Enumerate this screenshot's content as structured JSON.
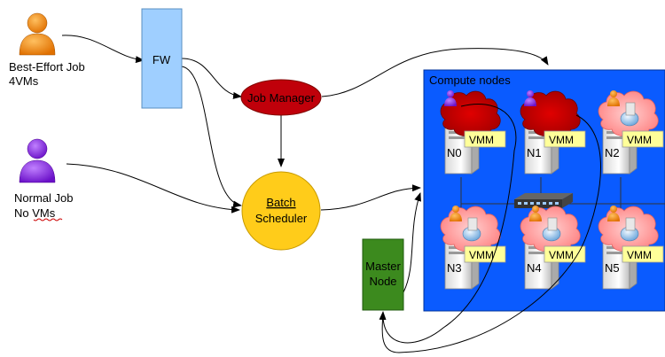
{
  "users": {
    "best_effort": {
      "line1": "Best-Effort Job",
      "line2": "4VMs"
    },
    "normal": {
      "line1": "Normal Job",
      "line2": "No VMs"
    }
  },
  "firewall": {
    "label": "FW"
  },
  "job_manager": {
    "label": "Job Manager"
  },
  "batch_scheduler": {
    "line1": "Batch",
    "line2": "Scheduler"
  },
  "master_node": {
    "line1": "Master",
    "line2": "Node"
  },
  "cluster": {
    "title": "Compute nodes",
    "nodes": [
      {
        "label": "N0",
        "vmm": "VMM"
      },
      {
        "label": "N1",
        "vmm": "VMM"
      },
      {
        "label": "N2",
        "vmm": "VMM"
      },
      {
        "label": "N3",
        "vmm": "VMM"
      },
      {
        "label": "N4",
        "vmm": "VMM"
      },
      {
        "label": "N5",
        "vmm": "VMM"
      }
    ]
  },
  "colors": {
    "cluster_bg": "#0a5bff",
    "firewall_fill": "#9fcfff",
    "job_manager_fill": "#c0000a",
    "scheduler_fill": "#ffcc1a",
    "master_fill": "#3c8a1e",
    "vmm_fill": "#ffff99",
    "best_effort_user": "#ff8c00",
    "normal_user": "#8a2be2"
  }
}
